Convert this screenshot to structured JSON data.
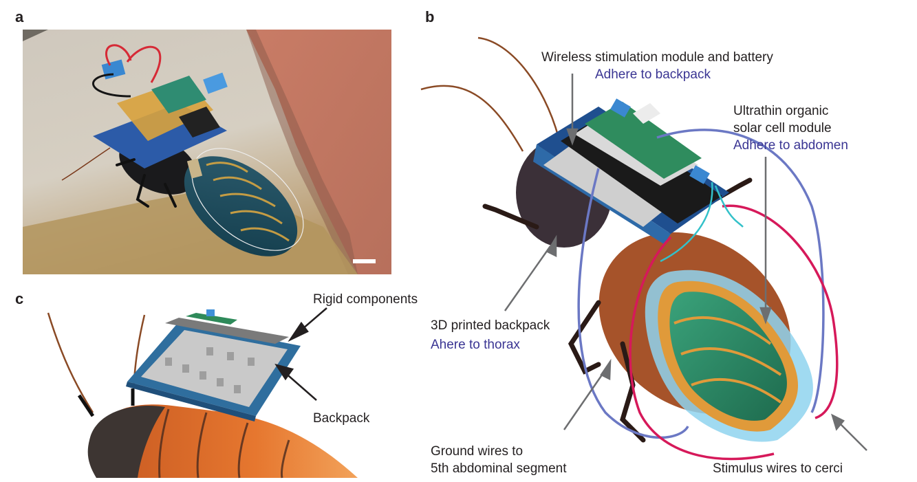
{
  "figure": {
    "panels": [
      {
        "id": "a",
        "letter": "a",
        "content": "Photograph of a cockroach with backpack electronics and organic solar cell on brick/stone surface",
        "scale_bar": true
      },
      {
        "id": "b",
        "letter": "b",
        "labels": {
          "wireless_module": "Wireless stimulation module and battery",
          "wireless_module_note": "Adhere to backpack",
          "solar_line1": "Ultrathin organic",
          "solar_line2": "solar cell module",
          "solar_note": "Adhere to abdomen",
          "backpack": "3D printed backpack",
          "backpack_note": "Ahere to thorax",
          "ground_line1": "Ground wires to",
          "ground_line2": "5th abdominal segment",
          "stimulus": "Stimulus wires to cerci"
        }
      },
      {
        "id": "c",
        "letter": "c",
        "labels": {
          "rigid": "Rigid components",
          "backpack": "Backpack"
        }
      }
    ],
    "colors": {
      "text": "#231f20",
      "note_blue": "#3a3593",
      "ground_wire": "#6b78c4",
      "stimulus_wire": "#d6195a",
      "arrow_gray": "#6d6e70",
      "pcb_blue": "#1f4f8f",
      "pcb_green": "#2e8a5a",
      "solar_green": "#2f8a5e",
      "encapsulation": "#8fd3ee",
      "body_orange": "#d9692a",
      "body_dark": "#3a2a26"
    }
  }
}
